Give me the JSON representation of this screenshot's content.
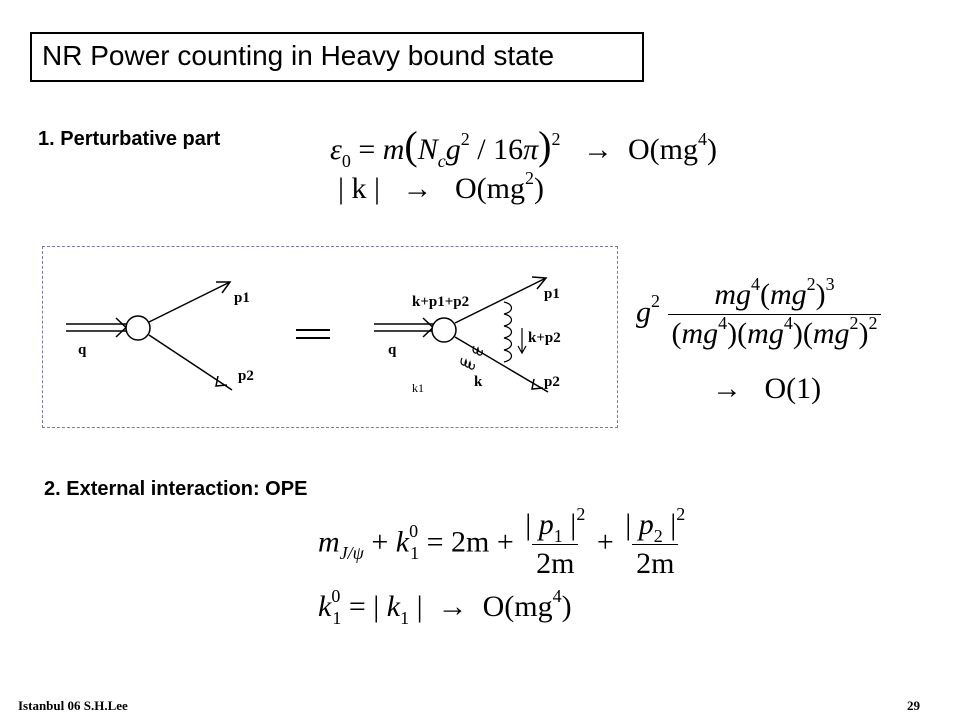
{
  "title": "NR Power counting in Heavy bound state",
  "section1": {
    "heading": "1. Perturbative part",
    "eq1": {
      "lhs": "ε",
      "lhs_sub": "0",
      "rhs": "O(mg",
      "rhs_sup": "4",
      "rhs_tail": ")"
    },
    "eq2": {
      "lhs": "| k |",
      "rhs": "O(mg",
      "rhs_sup": "2",
      "rhs_tail": ")"
    }
  },
  "diagram": {
    "left": {
      "q": "q",
      "p1": "p1",
      "p2": "p2"
    },
    "equals": "=",
    "right": {
      "q": "q",
      "k_p1_p2": "k+p1+p2",
      "p1": "p1",
      "k_p2": "k+p2",
      "k": "k",
      "k1": "k1",
      "p2": "p2"
    }
  },
  "power_count": {
    "prefix": "g",
    "prefix_sup": "2",
    "result": "O(1)"
  },
  "section2": {
    "heading": "2.  External interaction:  OPE",
    "eq3": {
      "rhs_start": "= 2m +",
      "den": "2m"
    },
    "eq4": {
      "mid": "= |",
      "tail": "O(mg",
      "tail_sup": "4",
      "tail_end": ")"
    }
  },
  "footer": {
    "left": "Istanbul 06  S.H.Lee",
    "right": "29"
  }
}
